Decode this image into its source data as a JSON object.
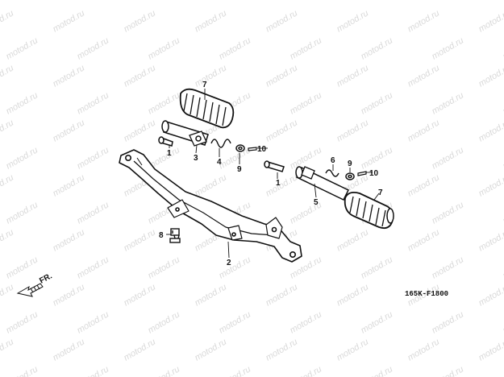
{
  "watermark": "motod.ru",
  "callouts": {
    "c1a": "1",
    "c1b": "1",
    "c2": "2",
    "c3": "3",
    "c4": "4",
    "c5": "5",
    "c6": "6",
    "c7a": "7",
    "c7b": "7",
    "c8": "8",
    "c9a": "9",
    "c9b": "9",
    "c10a": "10",
    "c10b": "10"
  },
  "direction_label": "FR.",
  "diagram_code": "165K-F1800",
  "colors": {
    "line": "#111111",
    "watermark": "#d9d9d9"
  }
}
